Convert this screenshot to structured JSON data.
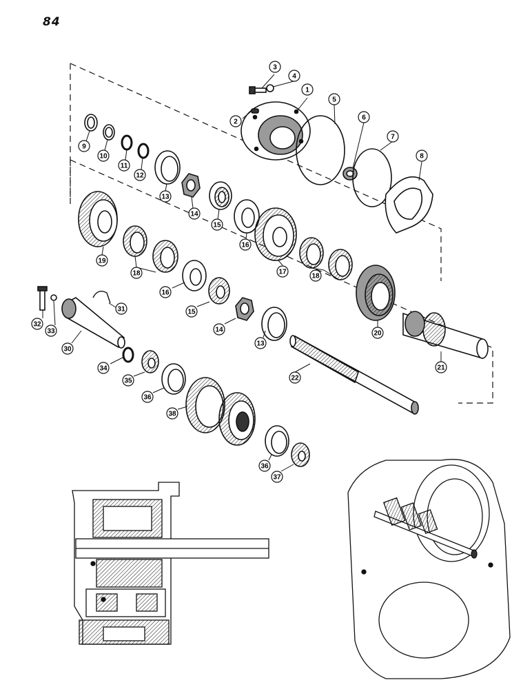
{
  "page": {
    "number": "84"
  },
  "colors": {
    "ink": "#111111",
    "paper": "#ffffff",
    "shade": "#9a9a9a",
    "dark": "#333333"
  },
  "callouts": [
    {
      "id": "1",
      "label": "1"
    },
    {
      "id": "2",
      "label": "2"
    },
    {
      "id": "3",
      "label": "3"
    },
    {
      "id": "4",
      "label": "4"
    },
    {
      "id": "5",
      "label": "5"
    },
    {
      "id": "6",
      "label": "6"
    },
    {
      "id": "7",
      "label": "7"
    },
    {
      "id": "8",
      "label": "8"
    },
    {
      "id": "9",
      "label": "9"
    },
    {
      "id": "10",
      "label": "10"
    },
    {
      "id": "11",
      "label": "11"
    },
    {
      "id": "12",
      "label": "12"
    },
    {
      "id": "13a",
      "label": "13"
    },
    {
      "id": "14a",
      "label": "14"
    },
    {
      "id": "15a",
      "label": "15"
    },
    {
      "id": "16a",
      "label": "16"
    },
    {
      "id": "17",
      "label": "17"
    },
    {
      "id": "18a",
      "label": "18"
    },
    {
      "id": "18b",
      "label": "18"
    },
    {
      "id": "19",
      "label": "19"
    },
    {
      "id": "16b",
      "label": "16"
    },
    {
      "id": "15b",
      "label": "15"
    },
    {
      "id": "14b",
      "label": "14"
    },
    {
      "id": "13b",
      "label": "13"
    },
    {
      "id": "20",
      "label": "20"
    },
    {
      "id": "21",
      "label": "21"
    },
    {
      "id": "22",
      "label": "22"
    },
    {
      "id": "31",
      "label": "31"
    },
    {
      "id": "32",
      "label": "32"
    },
    {
      "id": "33",
      "label": "33"
    },
    {
      "id": "30",
      "label": "30"
    },
    {
      "id": "34",
      "label": "34"
    },
    {
      "id": "35",
      "label": "35"
    },
    {
      "id": "36a",
      "label": "36"
    },
    {
      "id": "38",
      "label": "38"
    },
    {
      "id": "36b",
      "label": "36"
    },
    {
      "id": "37",
      "label": "37"
    }
  ]
}
